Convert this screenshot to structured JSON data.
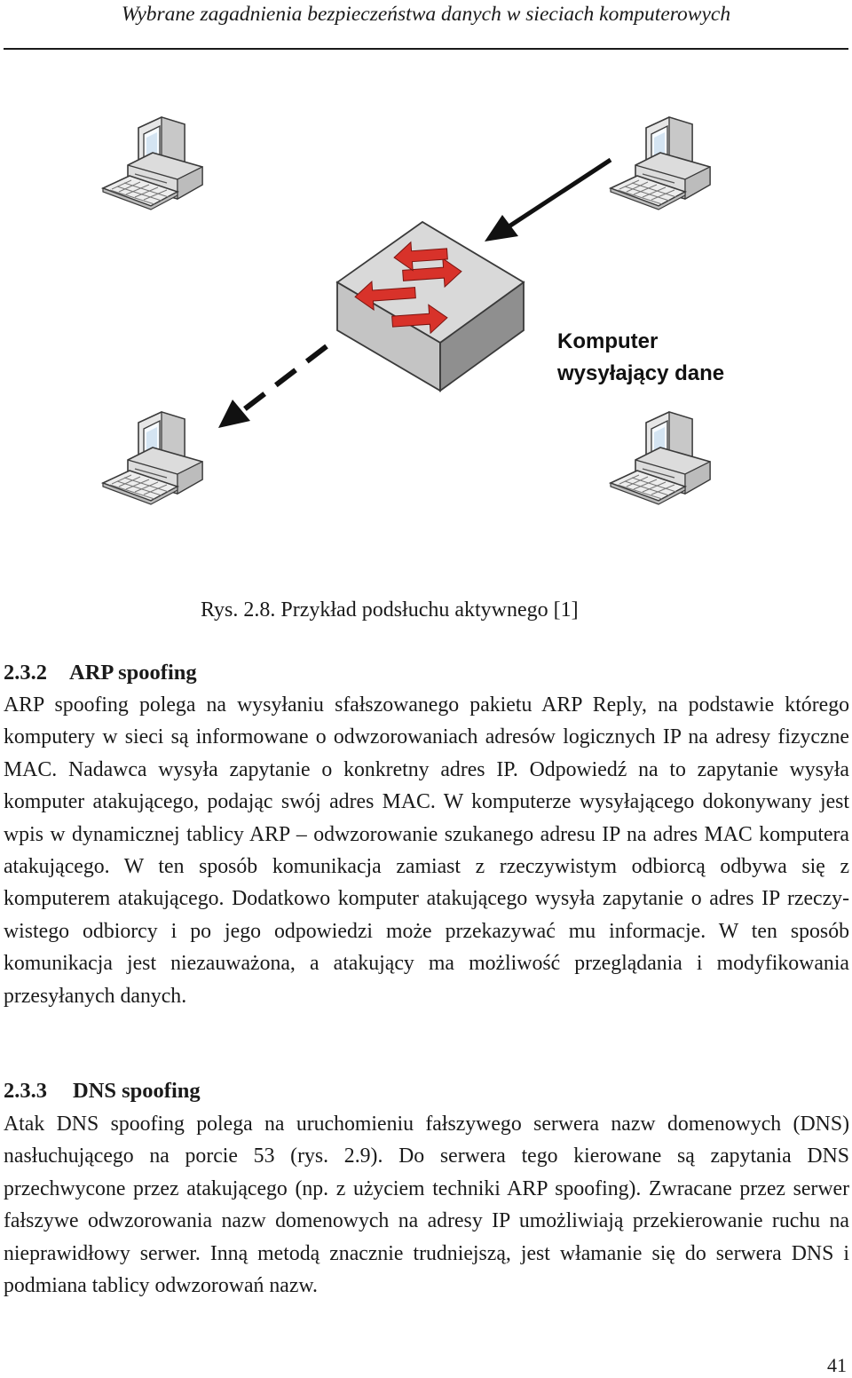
{
  "header": {
    "running_title": "Wybrane zagadnienia bezpieczeństwa danych w sieciach komputerowych"
  },
  "figure": {
    "label_line1": "Komputer",
    "label_line2": "wysyłający dane",
    "caption": "Rys. 2.8. Przykład podsłuchu aktywnego [1]",
    "colors": {
      "arrow_red": "#d8322a",
      "switch_top": "#d9d9d9",
      "switch_front": "#bdbdbd",
      "switch_side": "#8f8f8f"
    },
    "icons": [
      "computer-icon",
      "network-switch-icon"
    ]
  },
  "sections": [
    {
      "number": "2.3.2",
      "title": "ARP spoofing",
      "text": "ARP spoofing polega na wysyłaniu sfałszowanego pakietu ARP Reply, na podstawie którego komputery w sieci są informowane o odwzorowaniach adresów logicznych IP na adresy fizyczne MAC. Nadawca wysyła zapytanie o konkretny adres IP. Od­powiedź na to zapytanie wysyła komputer atakującego, podając swój adres MAC. W komputerze wysyłającego dokonywany jest wpis w dynamicznej tablicy ARP – odwzorowanie szukanego adresu IP na adres MAC komputera atakującego. W ten sposób komunikacja zamiast z rzeczywistym odbiorcą odbywa się z komputerem atakującego. Dodatkowo komputer atakującego wysyła zapytanie o adres IP rzeczy­wistego odbiorcy i po jego odpowiedzi może przekazywać mu informacje. W ten sposób komunikacja jest niezauważona, a atakujący ma możliwość przeglądania i modyfikowania przesyłanych danych."
    },
    {
      "number": "2.3.3",
      "title": "DNS spoofing",
      "text": "Atak DNS spoofing polega na uruchomieniu fałszywego serwera nazw domenowych (DNS) nasłuchującego na porcie 53 (rys. 2.9). Do serwera tego kierowane są zapy­tania DNS przechwycone przez atakującego (np. z użyciem techniki ARP spoofing). Zwracane przez serwer fałszywe odwzorowania nazw domenowych na adresy IP umożliwiają przekierowanie ruchu na nieprawidłowy serwer. Inną metodą znacznie trudniejszą, jest włamanie się do serwera DNS i podmiana tablicy odwzorowań nazw."
    }
  ],
  "footer": {
    "page_number": "41"
  }
}
